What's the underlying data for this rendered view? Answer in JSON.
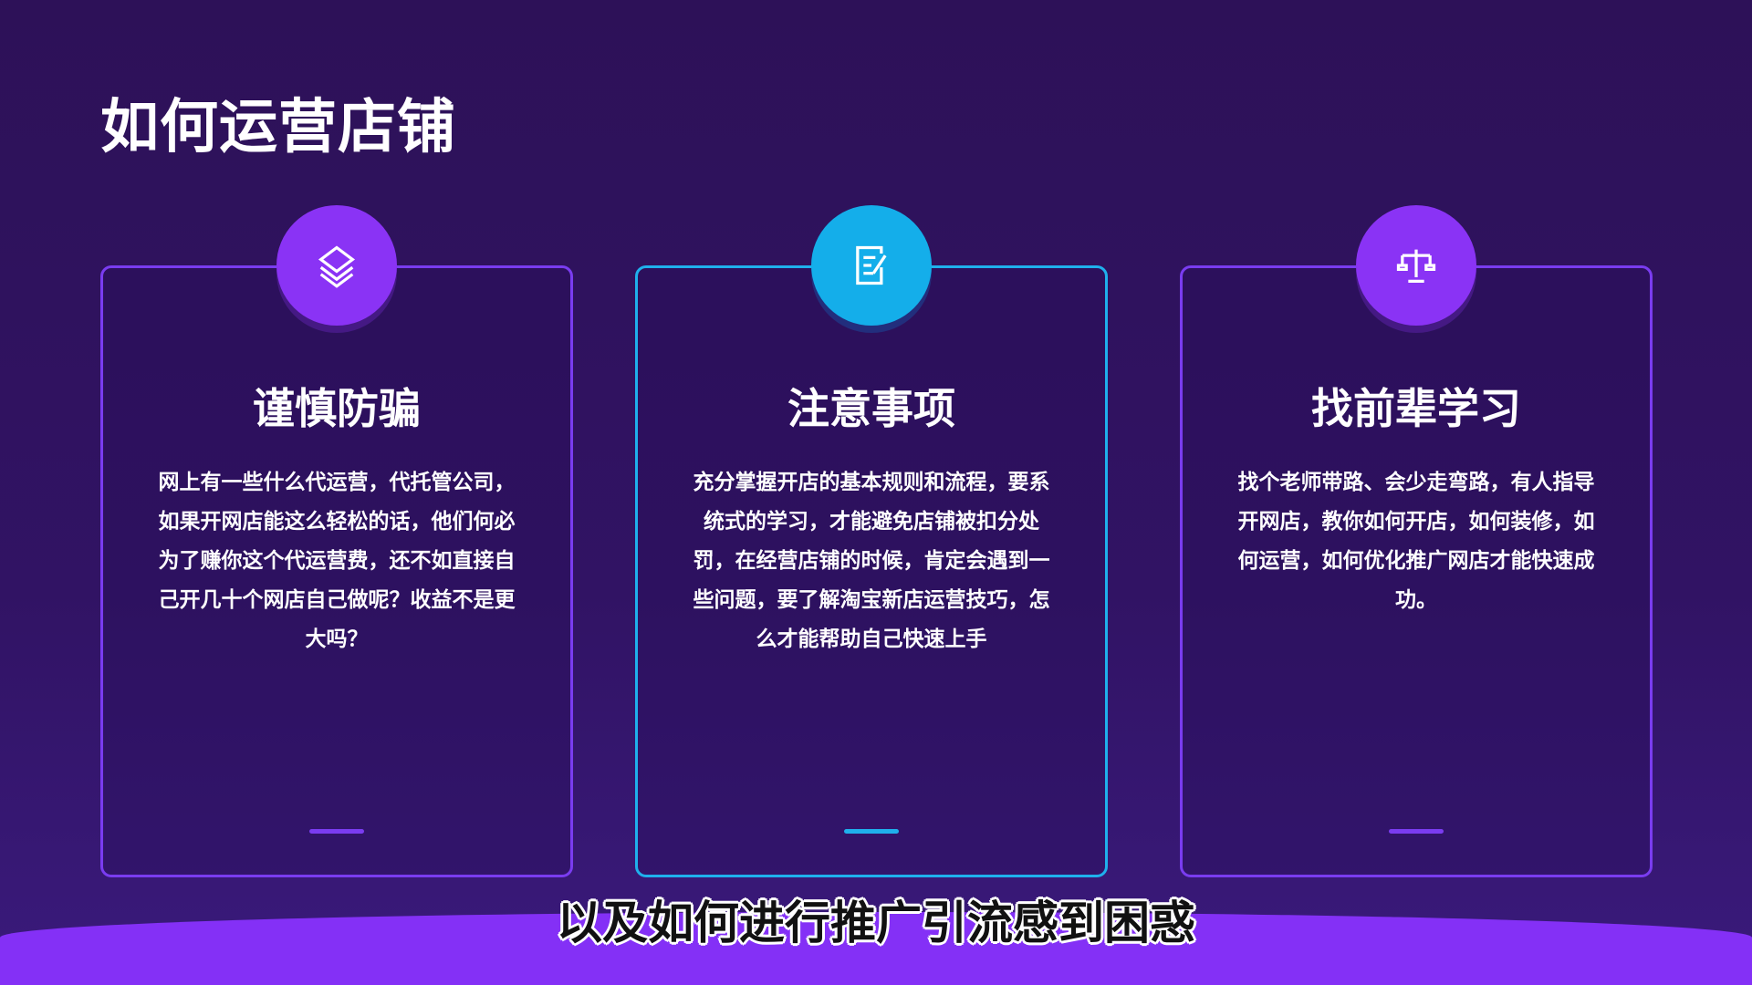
{
  "title": "如何运营店铺",
  "cards": [
    {
      "icon": "layers-icon",
      "heading": "谨慎防骗",
      "body": "网上有一些什么代运营，代托管公司，如果开网店能这么轻松的话，他们何必为了赚你这个代运营费，还不如直接自己开几十个网店自己做呢？收益不是更大吗？"
    },
    {
      "icon": "document-edit-icon",
      "heading": "注意事项",
      "body": "充分掌握开店的基本规则和流程，要系统式的学习，才能避免店铺被扣分处罚，在经营店铺的时候，肯定会遇到一些问题，要了解淘宝新店运营技巧，怎么才能帮助自己快速上手"
    },
    {
      "icon": "scale-icon",
      "heading": "找前辈学习",
      "body": "找个老师带路、会少走弯路，有人指导开网店，教你如何开店，如何装修，如何运营，如何优化推广网店才能快速成功。"
    }
  ],
  "subtitle": "以及如何进行推广引流感到困惑",
  "colors": {
    "purple": "#8a33f5",
    "blue": "#14aeea",
    "background": "#2d1158"
  }
}
